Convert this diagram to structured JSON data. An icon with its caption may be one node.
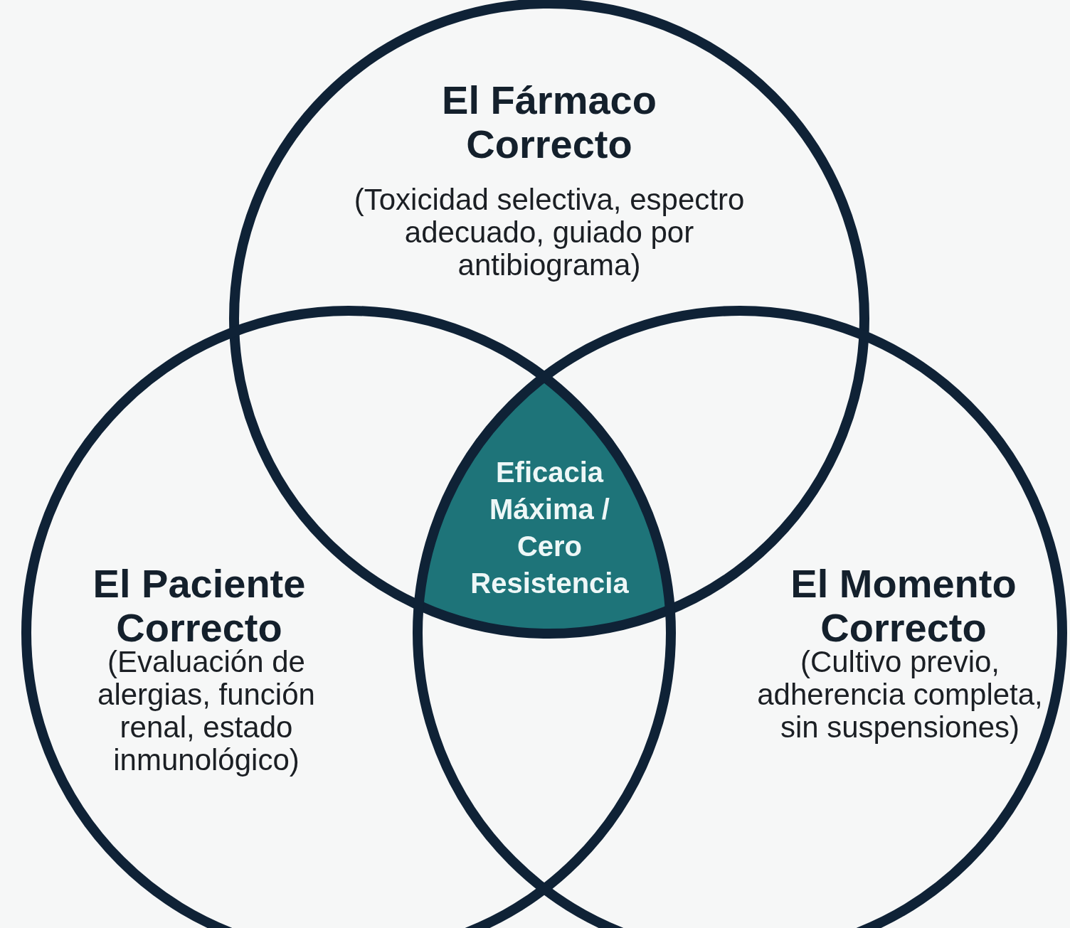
{
  "diagram": {
    "nodes": [
      {
        "text": [
          "El Fármaco Correcto",
          "(Toxicidad selectiva, espectro adecuado, guiado por antibiograma)"
        ]
      },
      {
        "text": [
          "El Paciente Correcto",
          "(Evaluación de alergias, función renal, estado inmunológico)"
        ]
      },
      {
        "text": [
          "El Momento Correcto",
          "(Cultivo previo, adherencia completa, sin suspensiones)"
        ]
      },
      {
        "text": [
          "Eficacia Máxima / Cero Resistencia"
        ]
      }
    ]
  }
}
